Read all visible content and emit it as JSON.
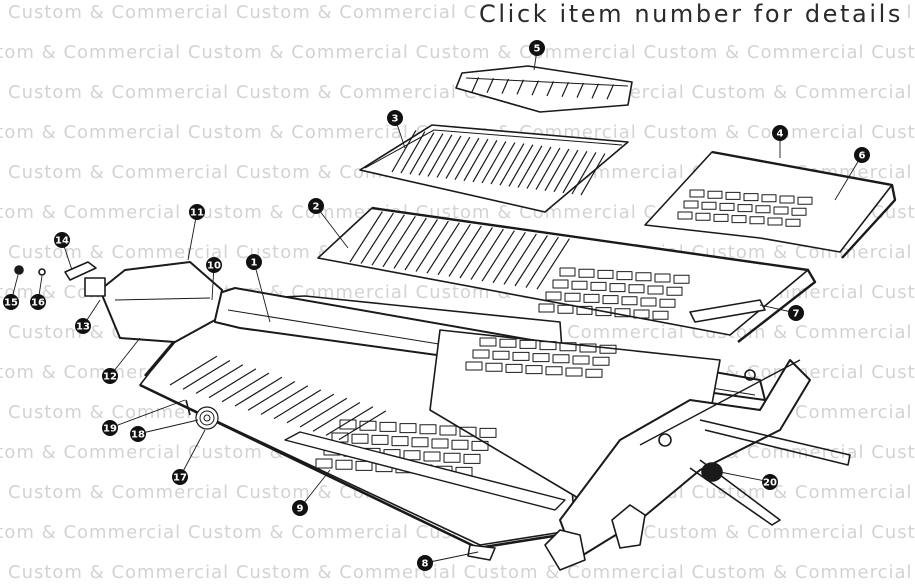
{
  "header": {
    "instruction": "Click item number for details"
  },
  "watermark": {
    "text": "Custom & Commercial"
  },
  "callouts": [
    {
      "id": "1",
      "label": "1"
    },
    {
      "id": "2",
      "label": "2"
    },
    {
      "id": "3",
      "label": "3"
    },
    {
      "id": "4",
      "label": "4"
    },
    {
      "id": "5",
      "label": "5"
    },
    {
      "id": "6",
      "label": "6"
    },
    {
      "id": "7",
      "label": "7"
    },
    {
      "id": "8",
      "label": "8"
    },
    {
      "id": "9",
      "label": "9"
    },
    {
      "id": "10",
      "label": "10"
    },
    {
      "id": "11",
      "label": "11"
    },
    {
      "id": "12",
      "label": "12"
    },
    {
      "id": "13",
      "label": "13"
    },
    {
      "id": "14",
      "label": "14"
    },
    {
      "id": "15",
      "label": "15"
    },
    {
      "id": "16",
      "label": "16"
    },
    {
      "id": "17",
      "label": "17"
    },
    {
      "id": "18",
      "label": "18"
    },
    {
      "id": "19",
      "label": "19"
    },
    {
      "id": "20",
      "label": "20"
    }
  ],
  "colors": {
    "line": "#1a1a1a",
    "callout": "#111111",
    "watermark": "#d3d3d3"
  }
}
